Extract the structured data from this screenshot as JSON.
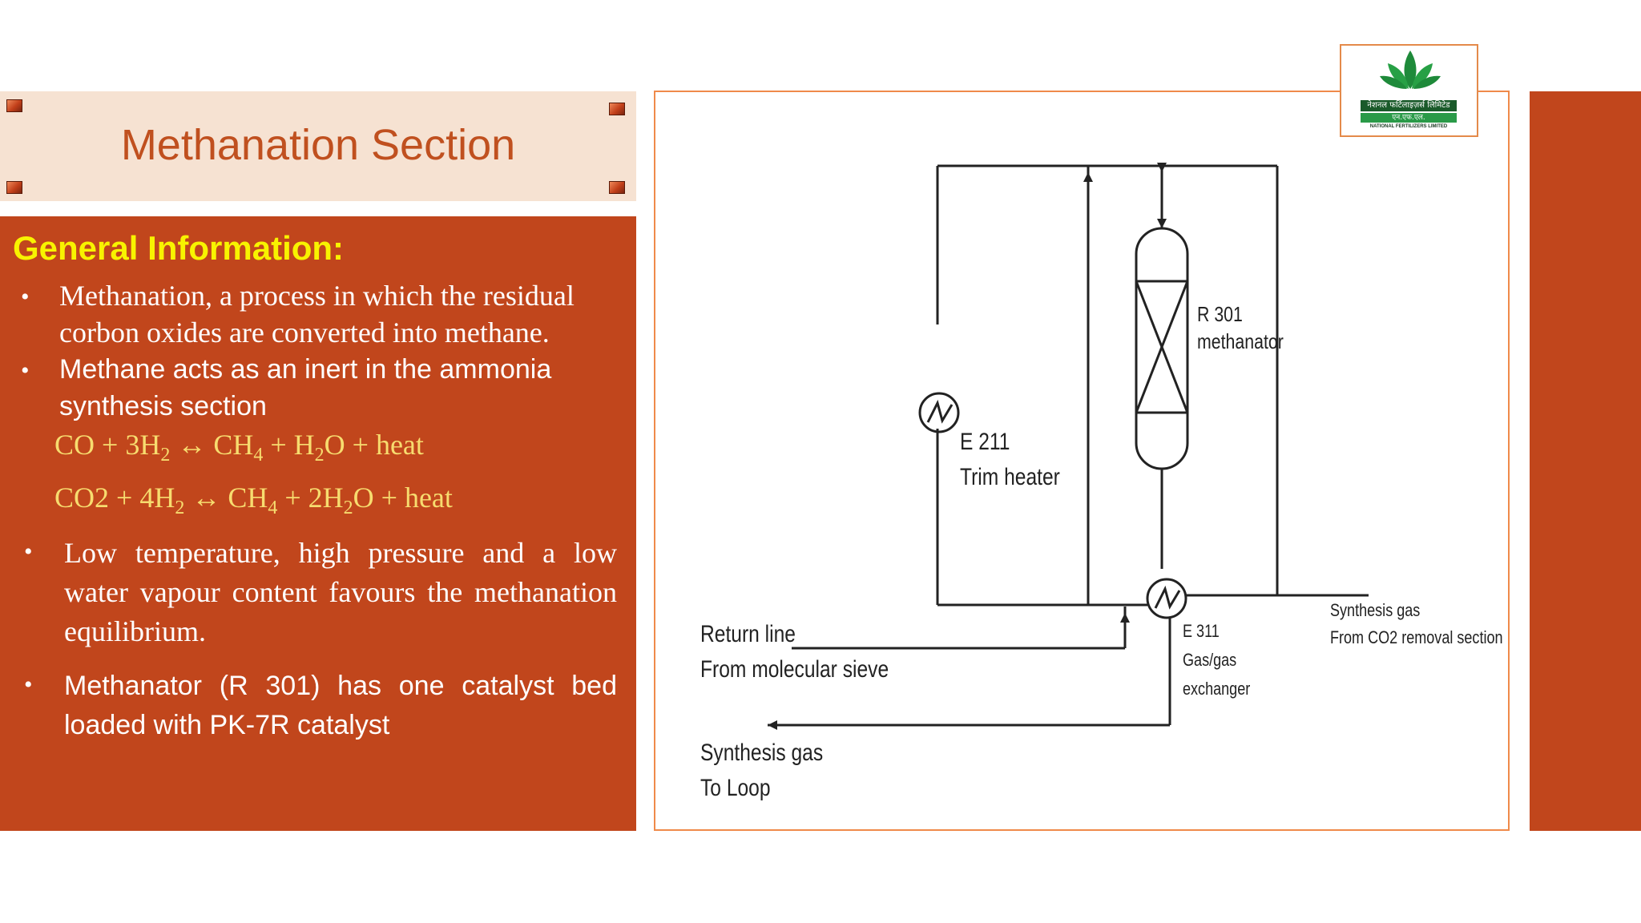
{
  "slide": {
    "title": "Methanation Section",
    "colors": {
      "accent": "#c1461c",
      "title_band": "#f6e2d2",
      "title_text": "#c0501f",
      "heading": "#f8f300",
      "equation": "#f7dc6f"
    }
  },
  "content": {
    "heading": "General Information:",
    "bullet_glyph": "•",
    "bullets": [
      "Methanation, a process in which the residual corbon oxides are converted into methane.",
      "Methane acts as an inert in the ammonia synthesis section",
      "Low temperature, high pressure and a low water vapour content favours the methanation equilibrium.",
      "Methanator (R 301) has one catalyst bed loaded with PK-7R catalyst"
    ],
    "equations": {
      "eq1": {
        "a": "CO + 3H",
        "a_sub": "2",
        "b": " ↔ CH",
        "b_sub": "4",
        "c": " + H",
        "c_sub": "2",
        "d": "O + heat"
      },
      "eq2": {
        "a": "CO2 + 4H",
        "a_sub": "2",
        "b": " ↔ CH",
        "b_sub": "4",
        "c": " + 2H",
        "c_sub": "2",
        "d": "O + heat"
      }
    }
  },
  "diagram": {
    "r301": "R 301",
    "r301_desc": "methanator",
    "e211": "E 211",
    "e211_desc": "Trim heater",
    "e311": "E 311",
    "e311_desc1": "Gas/gas",
    "e311_desc2": "exchanger",
    "return_line1": "Return line",
    "return_line2": "From molecular sieve",
    "synth_in1": "Synthesis gas",
    "synth_in2": "From CO2 removal section",
    "synth_out1": "Synthesis gas",
    "synth_out2": "To Loop"
  },
  "logo": {
    "line1": "नेशनल फर्टिलाइज़र्स लिमिटेड",
    "line2": "एन.एफ.एल.",
    "line3": "NATIONAL FERTILIZERS LIMITED",
    "icon": "leaf-icon"
  }
}
